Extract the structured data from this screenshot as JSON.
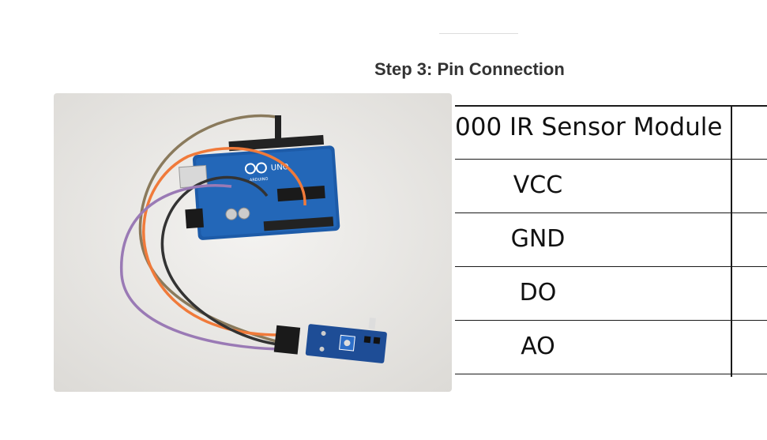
{
  "article": {
    "step_title": "Step 3: Pin Connection"
  },
  "pin_table": {
    "header": "000 IR Sensor Module",
    "rows": [
      "VCC",
      "GND",
      "DO",
      "AO"
    ]
  },
  "photo": {
    "board_label": "UNO",
    "brand_label": "ARDUINO",
    "wire_colors": {
      "brown": "#8a7a5c",
      "orange": "#f07a3a",
      "black": "#333333",
      "purple": "#9a7ab5"
    }
  }
}
